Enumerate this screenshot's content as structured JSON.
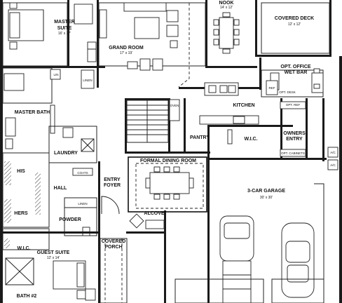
{
  "rooms": {
    "master_suite": {
      "name": "MASTER",
      "name2": "SUITE",
      "size": "16' x 17'"
    },
    "grand_room": {
      "name": "GRAND ROOM",
      "size": "17' x 19'"
    },
    "nook": {
      "name": "NOOK",
      "size": "14' x 12'"
    },
    "covered_deck": {
      "name": "COVERED DECK",
      "size": "12' x 12'"
    },
    "opt_office": {
      "name": "OPT. OFFICE",
      "name2": "WET BAR"
    },
    "kitchen": {
      "name": "KITCHEN"
    },
    "master_bath": {
      "name": "MASTER BATH"
    },
    "pantry": {
      "name": "PANTRY"
    },
    "wic_kitchen": {
      "name": "W.I.C."
    },
    "owners_entry": {
      "name": "OWNERS",
      "name2": "ENTRY"
    },
    "laundry": {
      "name": "LAUNDRY"
    },
    "coats": {
      "name": "COATS"
    },
    "his": {
      "name": "HIS"
    },
    "hers": {
      "name": "HERS"
    },
    "hall": {
      "name": "HALL"
    },
    "entry_foyer": {
      "name": "ENTRY",
      "name2": "FOYER"
    },
    "formal_dining": {
      "name": "FORMAL DINING ROOM"
    },
    "garage": {
      "name": "3-CAR GARAGE",
      "size": "30' x 30'"
    },
    "linen_upper": {
      "name": "LINEN"
    },
    "linen_lower": {
      "name": "LINEN"
    },
    "powder": {
      "name": "POWDER"
    },
    "alcove": {
      "name": "ALCOVE"
    },
    "covered_porch": {
      "name": "COVERED",
      "name2": "PORCH"
    },
    "wic_master": {
      "name": "W.I.C."
    },
    "guest_suite": {
      "name": "GUEST SUITE",
      "size": "12' x 14'"
    },
    "bath2": {
      "name": "BATH #2"
    }
  },
  "fixtures": {
    "lin": "LIN",
    "oven": "OVEN",
    "ref_kitchen": "REF",
    "ref_office": "REF",
    "opt_ref": "OPT. REF",
    "opt_cabinets": "OPT. CABINETS",
    "opt_desk": "OPT. DESK",
    "ac1": "A/C",
    "ac2": "A/C"
  }
}
